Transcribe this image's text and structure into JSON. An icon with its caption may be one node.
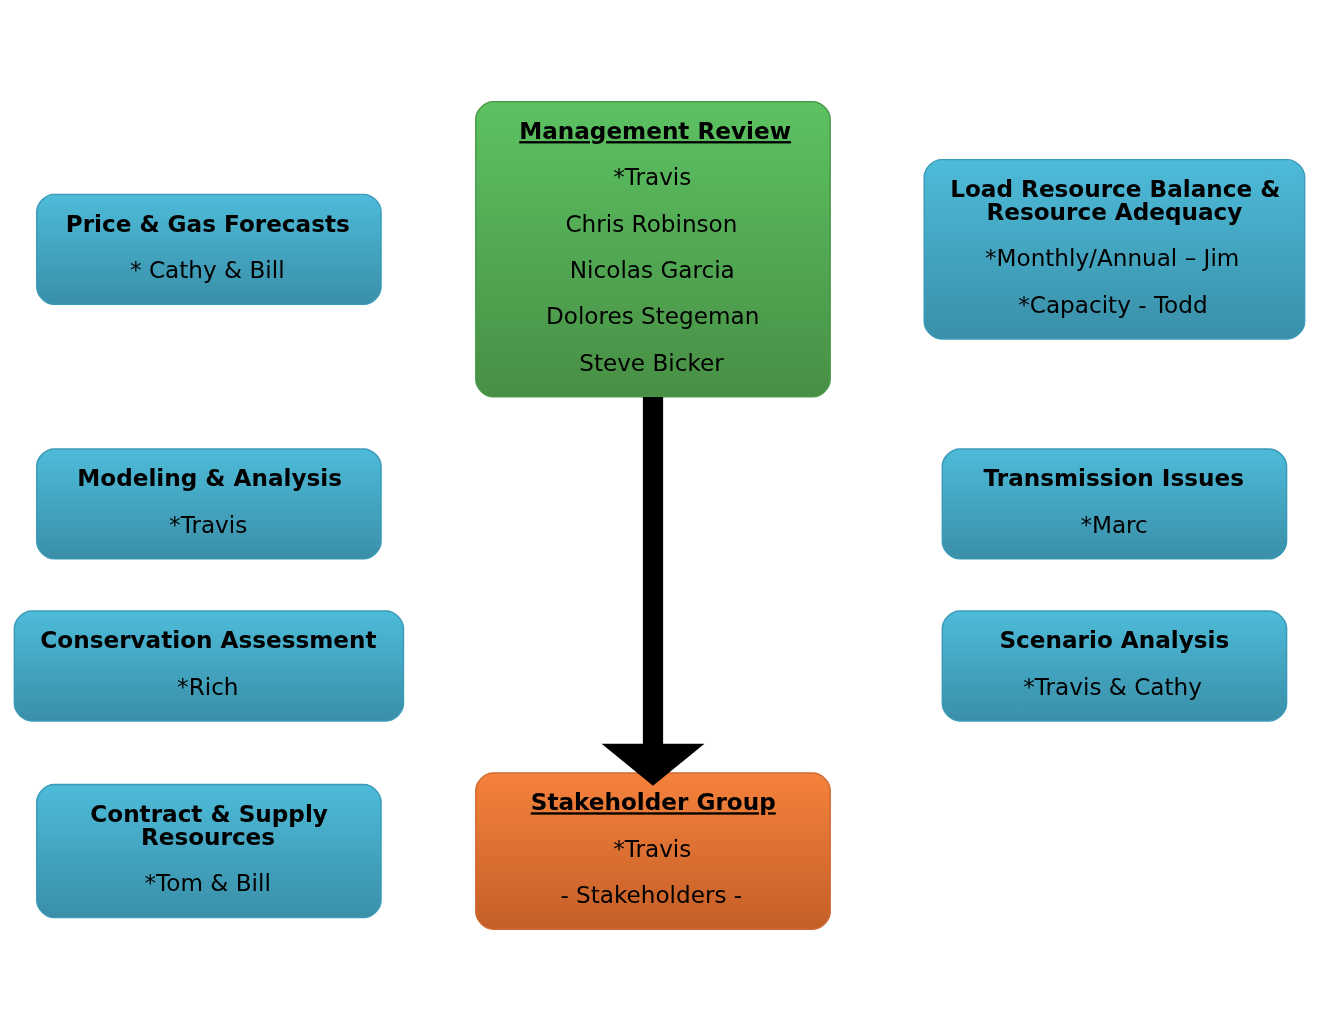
{
  "diagram": {
    "nodes": [
      {
        "text": [
          "Price & Gas Forecasts",
          "* Cathy & Bill"
        ]
      },
      {
        "text": [
          "Modeling & Analysis",
          "*Travis"
        ]
      },
      {
        "text": [
          "Conservation Assessment",
          "*Rich"
        ]
      },
      {
        "text": [
          "Contract & Supply Resources",
          "*Tom & Bill"
        ]
      },
      {
        "text": [
          "Management Review",
          "*Travis",
          "Chris Robinson",
          "Nicolas Garcia",
          "Dolores Stegeman",
          "Steve Bicker"
        ]
      },
      {
        "text": [
          "Stakeholder Group",
          "*Travis",
          "- Stakeholders -"
        ]
      },
      {
        "text": [
          "Load Resource Balance & Resource Adequacy",
          "*Monthly/Annual – Jim",
          "*Capacity - Todd"
        ]
      },
      {
        "text": [
          "Transmission Issues",
          "*Marc"
        ]
      },
      {
        "text": [
          "Scenario Analysis",
          "*Travis & Cathy"
        ]
      }
    ],
    "edges": [
      {
        "from": 4,
        "to": 5,
        "arrow": "to"
      }
    ]
  }
}
